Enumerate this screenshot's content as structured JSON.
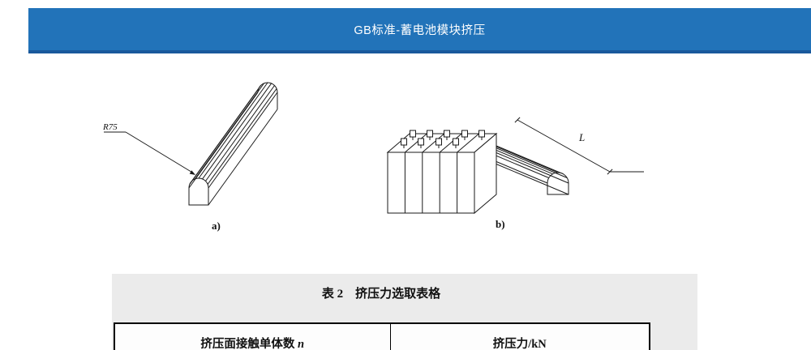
{
  "header": {
    "title": "GB标准-蓄电池模块挤压"
  },
  "figure": {
    "label_r75": "R75",
    "label_a": "a)",
    "label_b": "b)",
    "label_l": "L"
  },
  "table": {
    "caption": "表 2　挤压力选取表格",
    "col1_label": "挤压面接触单体数",
    "col1_var": "n",
    "col2_label": "挤压力/kN"
  },
  "colors": {
    "header_bg": "#2273b9",
    "header_border": "#19599c",
    "scan_band": "#ebebeb"
  }
}
